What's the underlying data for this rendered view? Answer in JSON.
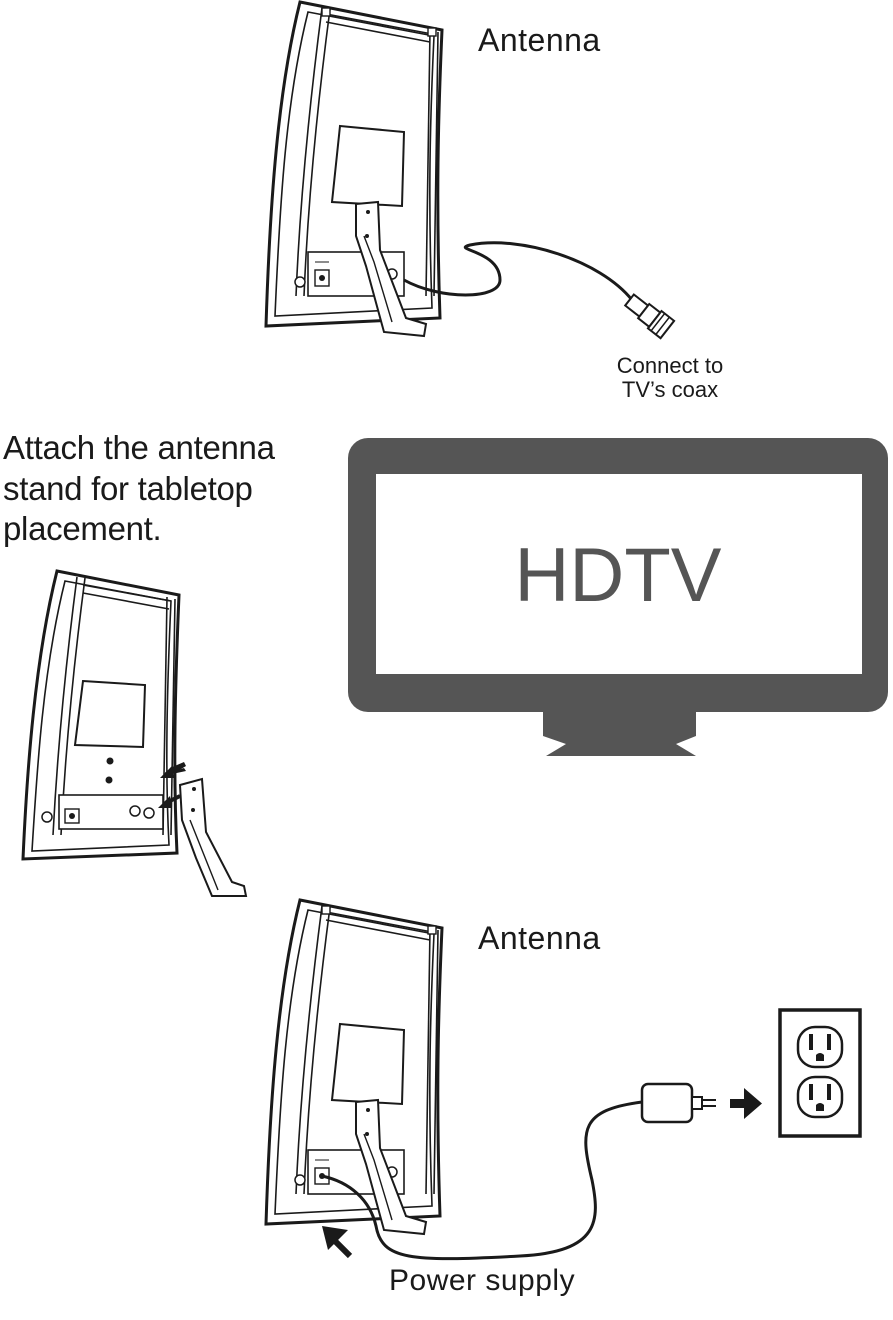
{
  "labels": {
    "antenna_top": "Antenna",
    "coax_line1": "Connect to",
    "coax_line2": "TV’s coax",
    "attach_instruction": "Attach the antenna stand for tabletop placement.",
    "tv_screen": "HDTV",
    "antenna_bottom": "Antenna",
    "power_supply": "Power supply"
  },
  "colors": {
    "tv_body": "#555555",
    "line": "#1a1a1a",
    "background": "#ffffff"
  },
  "icons": [
    "antenna-icon",
    "antenna-stand-icon",
    "coax-connector-icon",
    "tv-icon",
    "power-adapter-icon",
    "wall-outlet-icon",
    "arrow-icon"
  ]
}
